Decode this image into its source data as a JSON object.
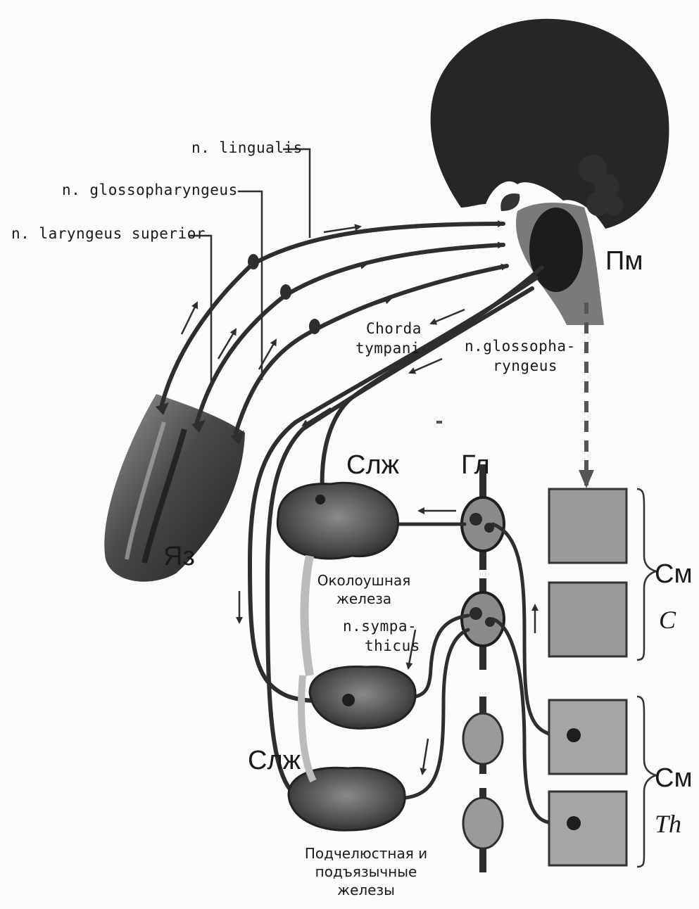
{
  "labels": {
    "n_lingualis": "n. lingualis",
    "n_glossopharyngeus": "n. glossopharyngeus",
    "n_laryngeus_superior": "n. laryngeus superior",
    "chorda_line1": "Chorda",
    "chorda_line2": "tympani",
    "glosso2_line1": "n.glossopha-",
    "glosso2_line2": "ryngeus",
    "pm": "Пм",
    "yaz": "Яз",
    "slzh_top": "Слж",
    "gl": "Гл",
    "slzh_bottom": "Слж",
    "parotid_line1": "Околоушная",
    "parotid_line2": "железа",
    "symp_line1": "n.sympa-",
    "symp_line2": "thicus",
    "submand_line1": "Подчелюстная и",
    "submand_line2": "подъязычные",
    "submand_line3": "железы",
    "sm_upper": "См",
    "c": "C",
    "sm_lower": "См",
    "th": "Th"
  },
  "colors": {
    "brain": "#262626",
    "nerve": "#2e2e2e",
    "tongue": "#3a3a3a",
    "gland": "#5a5a5a",
    "segment": "#9a9a9a",
    "ganglion": "#8a8a8a"
  }
}
